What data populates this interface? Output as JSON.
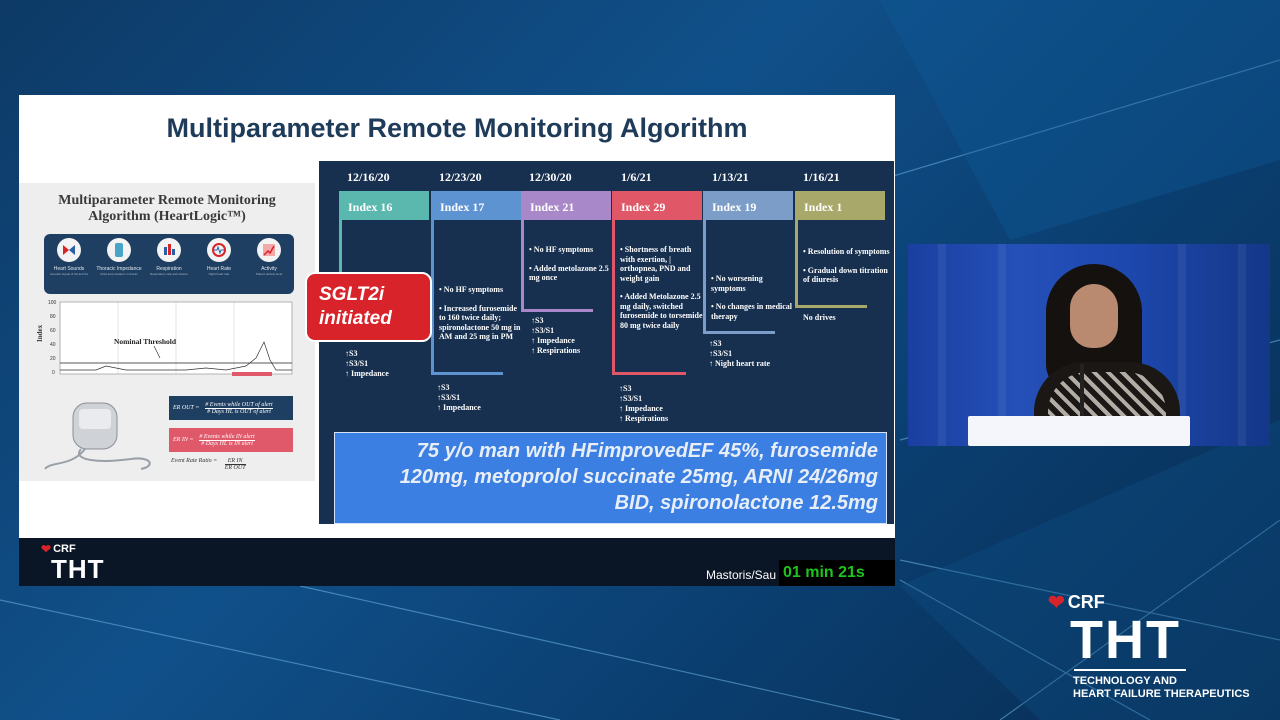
{
  "slide": {
    "title": "Multiparameter Remote Monitoring Algorithm",
    "left_panel": {
      "title_line1": "Multiparameter Remote Monitoring",
      "title_line2": "Algorithm (HeartLogic™)",
      "sensors": [
        {
          "label": "Heart Sounds",
          "sub": "Acoustic signal of S3 and S1",
          "icon": "heart-valve-icon"
        },
        {
          "label": "Thoracic Impedance",
          "sub": "Fluid accumulation in thorax",
          "icon": "lungs-icon"
        },
        {
          "label": "Respiration",
          "sub": "Respiratory rate and volume",
          "icon": "respiration-icon"
        },
        {
          "label": "Heart Rate",
          "sub": "Night heart rate",
          "icon": "heart-rate-icon"
        },
        {
          "label": "Activity",
          "sub": "Patient activity level",
          "icon": "activity-icon"
        }
      ],
      "chart_ylabel": "Index",
      "chart_yticks": [
        "100",
        "80",
        "60",
        "40",
        "20",
        "0"
      ],
      "threshold_label": "Nominal Threshold",
      "er_out_label": "ER OUT =",
      "er_out_num": "# Events while OUT of alert",
      "er_out_den": "# Days HL is OUT of alert",
      "er_in_label": "ER IN =",
      "er_in_num": "# Events while IN alert",
      "er_in_den": "# Days HL is IN alert",
      "ratio_label": "Event Rate Ratio =",
      "ratio_num": "ER IN",
      "ratio_den": "ER OUT"
    },
    "sglt": {
      "line1": "SGLT2i",
      "line2": "initiated"
    },
    "timeline": [
      {
        "date": "12/16/20",
        "index": "Index 16",
        "color": "#5bb8ae",
        "notes": [],
        "signs": [
          "↑S3",
          "↑S3/S1",
          "↑ Impedance"
        ]
      },
      {
        "date": "12/23/20",
        "index": "Index 17",
        "color": "#5e93d2",
        "notes": [
          "• No HF symptoms",
          "• Increased furosemide to 160 twice daily; spironolactone 50 mg in AM and 25 mg in PM"
        ],
        "signs": [
          "↑S3",
          "↑S3/S1",
          "↑ Impedance"
        ]
      },
      {
        "date": "12/30/20",
        "index": "Index 21",
        "color": "#a888c8",
        "notes": [
          "• No HF symptoms",
          "• Added metolazone 2.5 mg once"
        ],
        "signs": [
          "↑S3",
          "↑S3/S1",
          "↑ Impedance",
          "↑ Respirations"
        ]
      },
      {
        "date": "1/6/21",
        "index": "Index 29",
        "color": "#e05868",
        "notes": [
          "• Shortness of breath with exertion, | orthopnea, PND and weight gain",
          "• Added Metolazone 2.5 mg daily, switched furosemide to torsemide 80 mg twice daily"
        ],
        "signs": [
          "↑S3",
          "↑S3/S1",
          "↑ Impedance",
          "↑ Respirations"
        ]
      },
      {
        "date": "1/13/21",
        "index": "Index 19",
        "color": "#7b9dc8",
        "notes": [
          "• No worsening symptoms",
          "• No changes in medical therapy"
        ],
        "signs": [
          "↑S3",
          "↑S3/S1",
          "↑ Night heart rate"
        ]
      },
      {
        "date": "1/16/21",
        "index": "Index 1",
        "color": "#a8a86a",
        "notes": [
          "• Resolution of symptoms",
          "• Gradual down titration of diuresis"
        ],
        "signs": [
          "No drives"
        ]
      }
    ],
    "patient": {
      "line1": "75 y/o man with HFimprovedEF 45%, furosemide",
      "line2": "120mg, metoprolol succinate 25mg, ARNI 24/26mg",
      "line3": "BID, spironolactone 12.5mg"
    },
    "footer": {
      "crf": "CRF",
      "tht": "THT",
      "presenter": "Mastoris/Sau",
      "timer": "01 min 21s"
    }
  },
  "brand": {
    "crf": "CRF",
    "tht": "THT",
    "subtitle_line1": "TECHNOLOGY AND",
    "subtitle_line2": "HEART FAILURE THERAPEUTICS"
  }
}
